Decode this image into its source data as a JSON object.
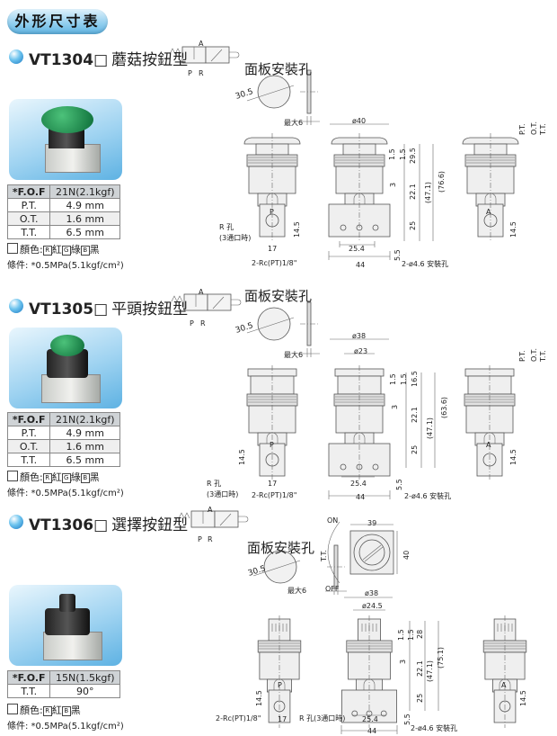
{
  "header": {
    "title": "外形尺寸表"
  },
  "common": {
    "panel_title": "面板安裝孔",
    "panel_dia": "30.5",
    "panel_max": "最大6",
    "color_label": "顏色:",
    "red": "紅",
    "green": "綠",
    "black": "黑",
    "R": "R",
    "G": "G",
    "B": "B",
    "condition": "條件: *0.5MPa(5.1kgf/cm²)",
    "sym_A": "A",
    "sym_P": "P",
    "sym_R": "R",
    "port": "2-Rc(PT)1/8\"",
    "hole": "2-ø4.6 安裝孔",
    "r_port": "R 孔",
    "r_port_note": "(3通口時)",
    "r_port_full": "R 孔(3通口時)",
    "P": "P",
    "A": "A",
    "PT": "P.T.",
    "OT": "O.T.",
    "TT": "T.T."
  },
  "sections": [
    {
      "model": "VT1304",
      "suffix": "□",
      "name": "蘑菇按鈕型",
      "spec": [
        [
          "*F.O.F",
          "21N(2.1kgf)"
        ],
        [
          "P.T.",
          "4.9 mm"
        ],
        [
          "O.T.",
          "1.6 mm"
        ],
        [
          "T.T.",
          "6.5 mm"
        ]
      ],
      "dims": {
        "dia": "ø40",
        "a": "1.5",
        "b": "1.5",
        "c": "29.5",
        "d": "3",
        "e": "22.1",
        "f": "(47.1)",
        "g": "(76.6)",
        "h": "25",
        "i": "14.5",
        "j": "17",
        "k": "25.4",
        "l": "44",
        "m": "5.5"
      }
    },
    {
      "model": "VT1305",
      "suffix": "□",
      "name": "平頭按鈕型",
      "spec": [
        [
          "*F.O.F",
          "21N(2.1kgf)"
        ],
        [
          "P.T.",
          "4.9 mm"
        ],
        [
          "O.T.",
          "1.6 mm"
        ],
        [
          "T.T.",
          "6.5 mm"
        ]
      ],
      "dims": {
        "dia": "ø38",
        "dia2": "ø23",
        "a": "1.5",
        "b": "1.5",
        "c": "16.5",
        "d": "3",
        "e": "22.1",
        "f": "(47.1)",
        "g": "(63.6)",
        "h": "25",
        "i": "14.5",
        "j": "17",
        "k": "25.4",
        "l": "44",
        "m": "5.5"
      }
    },
    {
      "model": "VT1306",
      "suffix": "□",
      "name": "選擇按鈕型",
      "spec": [
        [
          "*F.O.F",
          "15N(1.5kgf)"
        ],
        [
          "T.T.",
          "90°"
        ]
      ],
      "top": {
        "on": "ON",
        "off": "OFF",
        "w": "39",
        "h": "40",
        "tt": "T.T."
      },
      "dims": {
        "dia": "ø38",
        "dia2": "ø24.5",
        "a": "1.5",
        "b": "1.5",
        "c": "28",
        "d": "3",
        "e": "22.1",
        "f": "(47.1)",
        "g": "(75.1)",
        "h": "25",
        "i": "14.5",
        "j": "17",
        "k": "25.4",
        "l": "44",
        "m": "5.5"
      }
    }
  ]
}
